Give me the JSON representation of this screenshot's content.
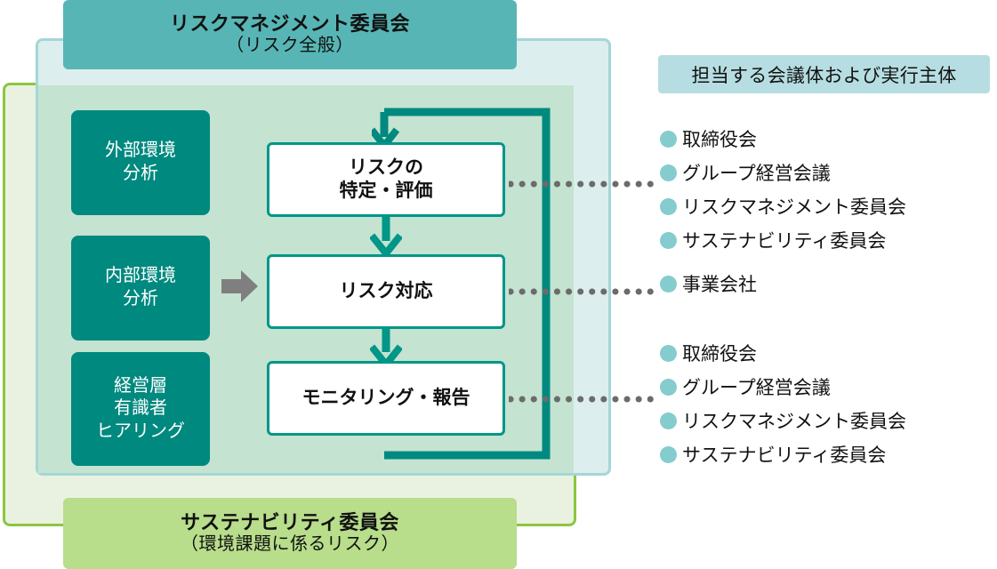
{
  "diagram": {
    "top_banner": {
      "line1": "リスクマネジメント委員会",
      "line2": "（リスク全般）",
      "color": "#57b6b5"
    },
    "bottom_banner": {
      "line1": "サステナビリティ委員会",
      "line2": "（環境課題に係るリスク）",
      "color": "#b8dd8b"
    },
    "panels": {
      "teal_panel_color": "#dceeee",
      "teal_panel_border": "#a5d6d6",
      "green_panel_color": "#e9f2e0",
      "green_panel_border": "#8cc63f",
      "overlap_color": "#c4e3d1"
    },
    "inputs": {
      "box_color": "#00897f",
      "items": [
        {
          "lines": [
            "外部環境",
            "分析"
          ]
        },
        {
          "lines": [
            "内部環境",
            "分析"
          ]
        },
        {
          "lines": [
            "経営層",
            "有識者",
            "ヒアリング"
          ]
        }
      ]
    },
    "flow_arrow": {
      "name": "grey-right-arrow",
      "color": "#7f7f7f"
    },
    "process": {
      "border_color": "#009688",
      "fill_color": "#ffffff",
      "steps": [
        {
          "lines": [
            "リスクの",
            "特定・評価"
          ]
        },
        {
          "lines": [
            "リスク対応"
          ]
        },
        {
          "lines": [
            "モニタリング・報告"
          ]
        }
      ]
    },
    "loop": {
      "name": "feedback-loop",
      "color": "#00897f"
    },
    "connectors": {
      "style": "dotted",
      "color": "#6b6b6b",
      "count": 3
    },
    "right_panel": {
      "header": "担当する会議体および実行主体",
      "header_color": "#b6dde1",
      "bullet_color": "#85ccce",
      "groups": [
        {
          "for_step": "リスクの特定・評価",
          "items": [
            "取締役会",
            "グループ経営会議",
            "リスクマネジメント委員会",
            "サステナビリティ委員会"
          ]
        },
        {
          "for_step": "リスク対応",
          "items": [
            "事業会社"
          ]
        },
        {
          "for_step": "モニタリング・報告",
          "items": [
            "取締役会",
            "グループ経営会議",
            "リスクマネジメント委員会",
            "サステナビリティ委員会"
          ]
        }
      ]
    }
  }
}
